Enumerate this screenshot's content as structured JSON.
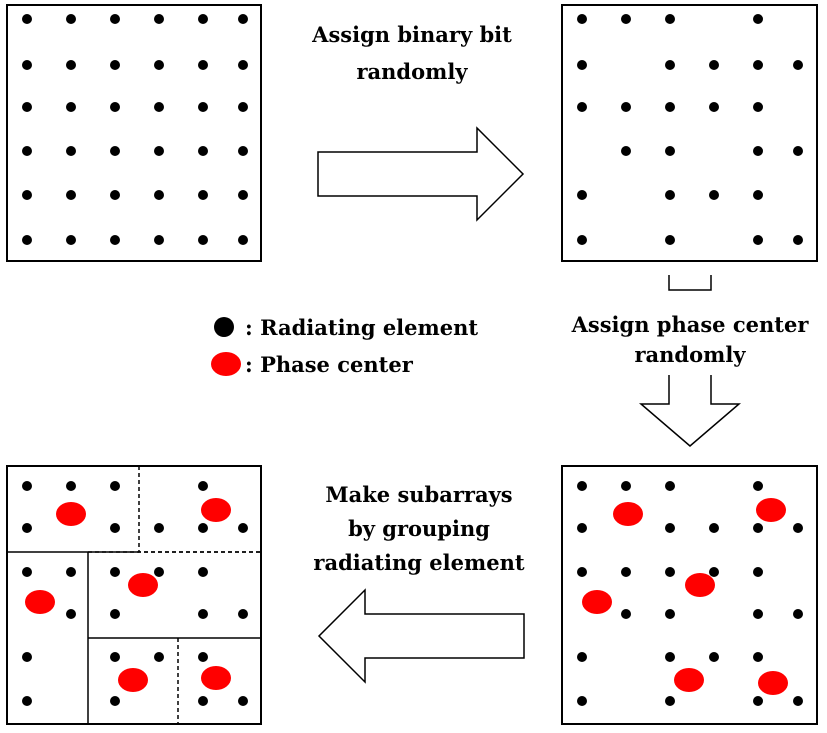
{
  "colors": {
    "element": "#000000",
    "phase_center": "#ff0000",
    "outline": "#000000",
    "arrow_fill": "#ffffff"
  },
  "steps": {
    "step1": [
      "Assign binary bit",
      "randomly"
    ],
    "step2": [
      "Assign phase center",
      "randomly"
    ],
    "step3": [
      "Make subarrays",
      "by grouping",
      "radiating element"
    ]
  },
  "legend": {
    "element_label": ": Radiating element",
    "phase_label": ": Phase center"
  },
  "grids": {
    "rows": 6,
    "cols": 6,
    "full": [
      [
        1,
        1,
        1,
        1,
        1,
        1
      ],
      [
        1,
        1,
        1,
        1,
        1,
        1
      ],
      [
        1,
        1,
        1,
        1,
        1,
        1
      ],
      [
        1,
        1,
        1,
        1,
        1,
        1
      ],
      [
        1,
        1,
        1,
        1,
        1,
        1
      ],
      [
        1,
        1,
        1,
        1,
        1,
        1
      ]
    ],
    "thinned": [
      [
        1,
        1,
        1,
        0,
        1,
        0
      ],
      [
        1,
        0,
        1,
        1,
        1,
        1
      ],
      [
        1,
        1,
        1,
        1,
        1,
        0
      ],
      [
        0,
        1,
        1,
        0,
        1,
        1
      ],
      [
        1,
        0,
        1,
        1,
        1,
        0
      ],
      [
        1,
        0,
        1,
        0,
        1,
        1
      ]
    ]
  }
}
